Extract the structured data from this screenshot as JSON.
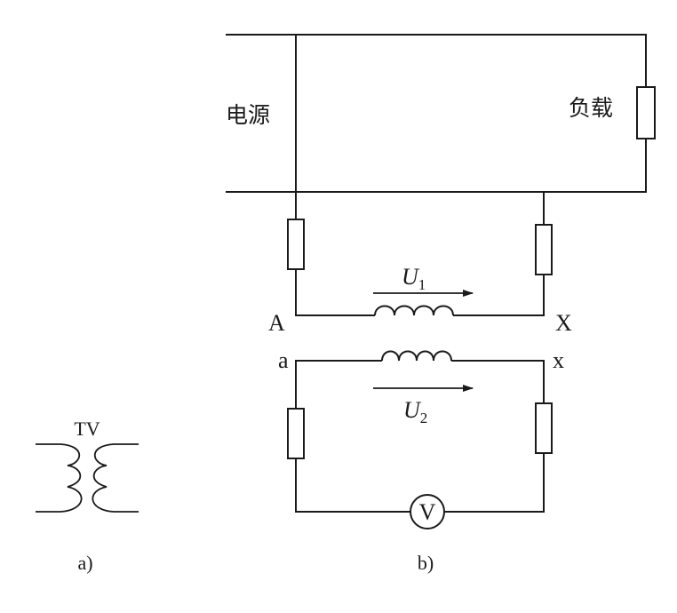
{
  "labels": {
    "power_source": "电源",
    "load": "负载",
    "terminal_A": "A",
    "terminal_X": "X",
    "terminal_a": "a",
    "terminal_x": "x",
    "u1_symbol": "U",
    "u1_sub": "1",
    "u2_symbol": "U",
    "u2_sub": "2",
    "voltmeter": "V",
    "tv_symbol": "TV",
    "caption_a": "a)",
    "caption_b": "b)"
  }
}
